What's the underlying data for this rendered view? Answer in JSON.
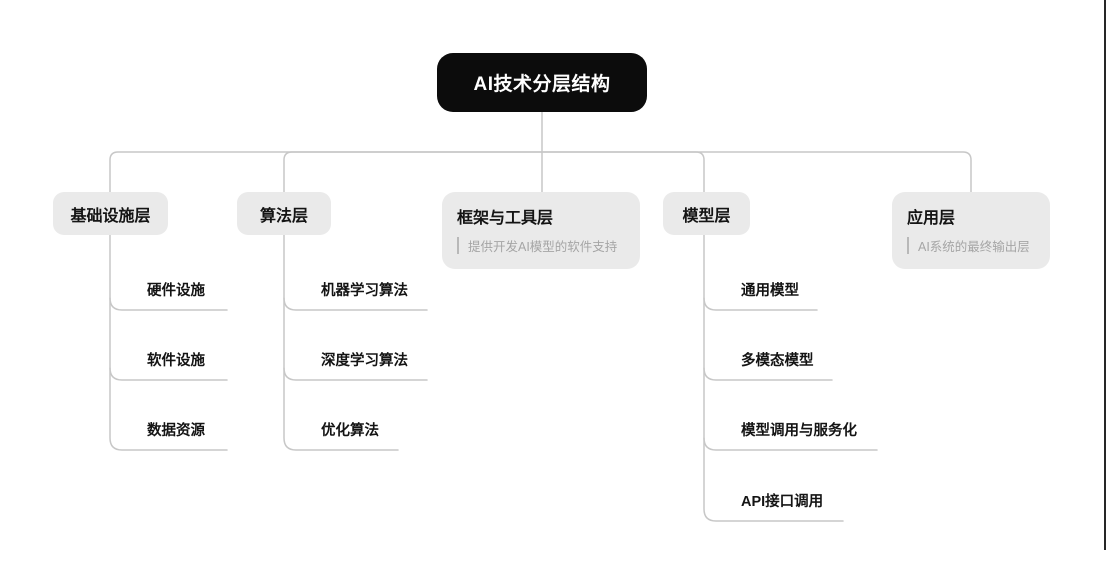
{
  "root": {
    "label": "AI技术分层结构"
  },
  "branches": [
    {
      "label": "基础设施层",
      "note": null,
      "children": [
        "硬件设施",
        "软件设施",
        "数据资源"
      ]
    },
    {
      "label": "算法层",
      "note": null,
      "children": [
        "机器学习算法",
        "深度学习算法",
        "优化算法"
      ]
    },
    {
      "label": "框架与工具层",
      "note": "提供开发AI模型的软件支持",
      "children": []
    },
    {
      "label": "模型层",
      "note": null,
      "children": [
        "通用模型",
        "多模态模型",
        "模型调用与服务化",
        "API接口调用"
      ]
    },
    {
      "label": "应用层",
      "note": "AI系统的最终输出层",
      "children": []
    }
  ],
  "colors": {
    "root_bg": "#0c0c0c",
    "root_text": "#ffffff",
    "node_bg": "#eaeaea",
    "node_text": "#141414",
    "note_text": "#a5a5a5",
    "note_bar": "#b8b8b8",
    "connector": "#c7c7c7",
    "edge_line": "#262626"
  }
}
